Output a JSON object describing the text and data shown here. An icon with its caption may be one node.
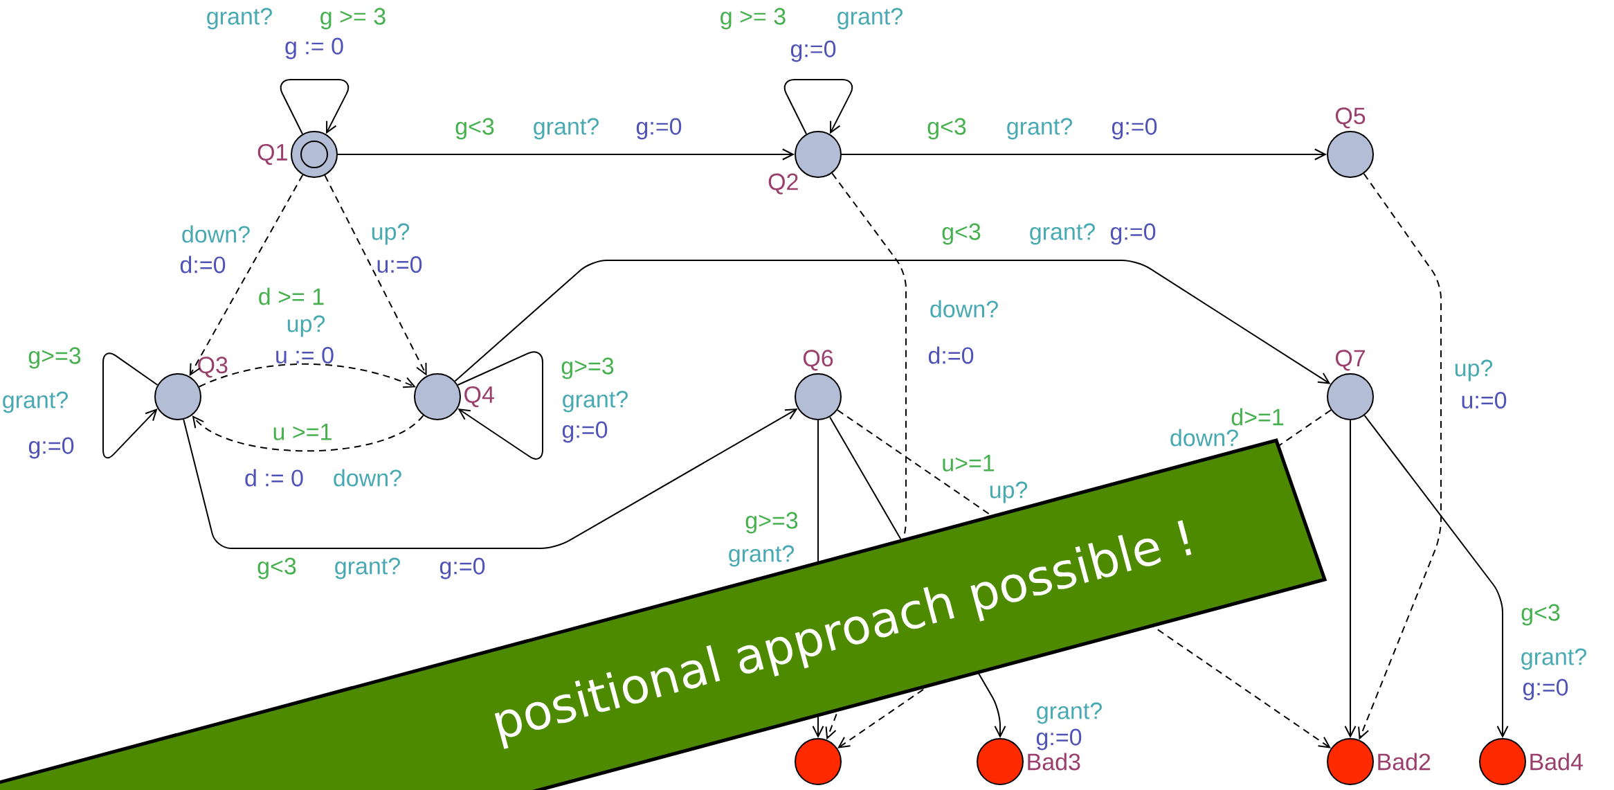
{
  "diagram": {
    "nodes": [
      {
        "text": [
          "Q1"
        ]
      },
      {
        "text": [
          "Q2"
        ]
      },
      {
        "text": [
          "Q5"
        ]
      },
      {
        "text": [
          "Q3"
        ]
      },
      {
        "text": [
          "Q4"
        ]
      },
      {
        "text": [
          "Q6"
        ]
      },
      {
        "text": [
          "Q7"
        ]
      },
      {
        "text": [],
        "shape": "circle"
      },
      {
        "text": [
          "Bad3"
        ]
      },
      {
        "text": [
          "Bad2"
        ]
      },
      {
        "text": [
          "Bad4"
        ]
      }
    ],
    "edges": [
      {
        "from": 0,
        "to": 0,
        "arrow": "to"
      },
      {
        "from": 0,
        "to": 1,
        "arrow": "to"
      },
      {
        "from": 0,
        "to": 3,
        "arrow": "to",
        "style": "dashed"
      },
      {
        "from": 0,
        "to": 4,
        "arrow": "to",
        "style": "dashed"
      },
      {
        "from": 1,
        "to": 1,
        "arrow": "to"
      },
      {
        "from": 1,
        "to": 2,
        "arrow": "to"
      },
      {
        "from": 1,
        "to": 7,
        "arrow": "to",
        "style": "dashed"
      },
      {
        "from": 2,
        "to": 9,
        "arrow": "to",
        "style": "dashed"
      },
      {
        "from": 3,
        "to": 3,
        "arrow": "to"
      },
      {
        "from": 3,
        "to": 4,
        "arrow": "to",
        "style": "dashed"
      },
      {
        "from": 4,
        "to": 3,
        "arrow": "to",
        "style": "dashed"
      },
      {
        "from": 4,
        "to": 4,
        "arrow": "to"
      },
      {
        "from": 4,
        "to": 6,
        "arrow": "to"
      },
      {
        "from": 3,
        "to": 5,
        "arrow": "to"
      },
      {
        "from": 5,
        "to": 7,
        "arrow": "to"
      },
      {
        "from": 5,
        "to": 8,
        "arrow": "to"
      },
      {
        "from": 5,
        "to": 9,
        "arrow": "to",
        "style": "dashed"
      },
      {
        "from": 6,
        "to": 7,
        "arrow": "to",
        "style": "dashed"
      },
      {
        "from": 6,
        "to": 9,
        "arrow": "to"
      },
      {
        "from": 6,
        "to": 10,
        "arrow": "to"
      }
    ],
    "labels": [
      "grant?",
      "g >= 3",
      "g >= 3",
      "grant?",
      "g := 0",
      "g:=0",
      "g<3",
      "grant?",
      "g:=0",
      "g<3",
      "grant?",
      "g:=0",
      "down?",
      "up?",
      "g<3",
      "grant?",
      "g:=0",
      "d:=0",
      "u:=0",
      "d >= 1",
      "down?",
      "up?",
      "g>=3",
      "u := 0",
      "d:=0",
      "g>=3",
      "up?",
      "grant?",
      "grant?",
      "u:=0",
      "d>=1",
      "g:=0",
      "u >=1",
      "g:=0",
      "down?",
      "d := 0",
      "down?",
      "u>=1",
      "up?",
      "g>=3",
      "g<3",
      "grant?",
      "g:=0",
      "grant?",
      "g<3",
      "grant?",
      "g:=0",
      "grant?",
      "g:=0",
      "positional approach possible !"
    ]
  }
}
